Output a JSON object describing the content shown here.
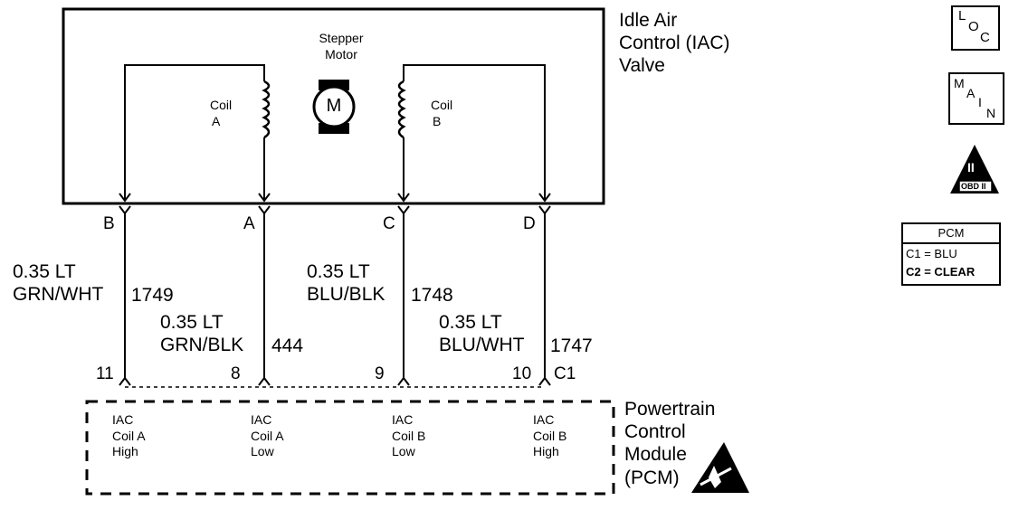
{
  "iac_valve": {
    "title_lines": [
      "Idle Air",
      "Control (IAC)",
      "Valve"
    ],
    "motor_label_lines": [
      "Stepper",
      "Motor"
    ],
    "motor_symbol": "M",
    "coil_a_lines": [
      "Coil",
      "A"
    ],
    "coil_b_lines": [
      "Coil",
      "B"
    ],
    "connector_pins": [
      "B",
      "A",
      "C",
      "D"
    ]
  },
  "wires": [
    {
      "size_color_lines": [
        "0.35 LT",
        "GRN/WHT"
      ],
      "circuit": "1749",
      "pcm_pin": "11"
    },
    {
      "size_color_lines": [
        "0.35 LT",
        "GRN/BLK"
      ],
      "circuit": "444",
      "pcm_pin": "8"
    },
    {
      "size_color_lines": [
        "0.35 LT",
        "BLU/BLK"
      ],
      "circuit": "1748",
      "pcm_pin": "9"
    },
    {
      "size_color_lines": [
        "0.35 LT",
        "BLU/WHT"
      ],
      "circuit": "1747",
      "pcm_pin": "10"
    }
  ],
  "pcm_connector": "C1",
  "pcm": {
    "title_lines": [
      "Powertrain",
      "Control",
      "Module",
      "(PCM)"
    ],
    "terminals": [
      [
        "IAC",
        "Coil A",
        "High"
      ],
      [
        "IAC",
        "Coil A",
        "Low"
      ],
      [
        "IAC",
        "Coil B",
        "Low"
      ],
      [
        "IAC",
        "Coil B",
        "High"
      ]
    ]
  },
  "badges": {
    "loc": {
      "letters": [
        "L",
        "O",
        "C"
      ]
    },
    "main": {
      "letters": [
        "M",
        "A",
        "I",
        "N"
      ]
    },
    "obd": {
      "symbol": "II",
      "caption": "OBD II"
    }
  },
  "pcm_key": {
    "header": "PCM",
    "rows": [
      "C1 = BLU",
      "C2 = CLEAR"
    ]
  }
}
